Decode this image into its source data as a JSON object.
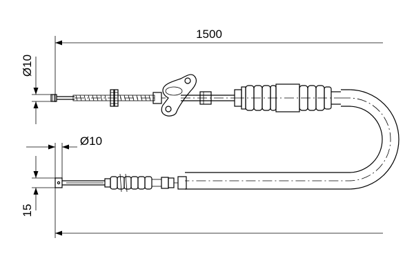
{
  "dimensions": {
    "length": "1500",
    "diameter_top": "Ø10",
    "diameter_bottom": "Ø10",
    "offset": "15"
  }
}
